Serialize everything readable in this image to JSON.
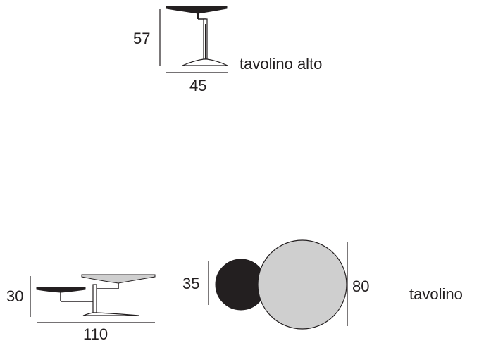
{
  "diagram": {
    "high_table": {
      "name_label": "tavolino alto",
      "height_dim": "57",
      "width_dim": "45",
      "top_color": "#231f20"
    },
    "low_table": {
      "name_label": "tavolino",
      "side_height_dim": "30",
      "side_width_dim": "110",
      "small_diameter_dim": "35",
      "large_diameter_dim": "80",
      "small_top_color": "#231f20",
      "large_top_color": "#cfcfcf"
    },
    "line_color": "#231f20"
  }
}
